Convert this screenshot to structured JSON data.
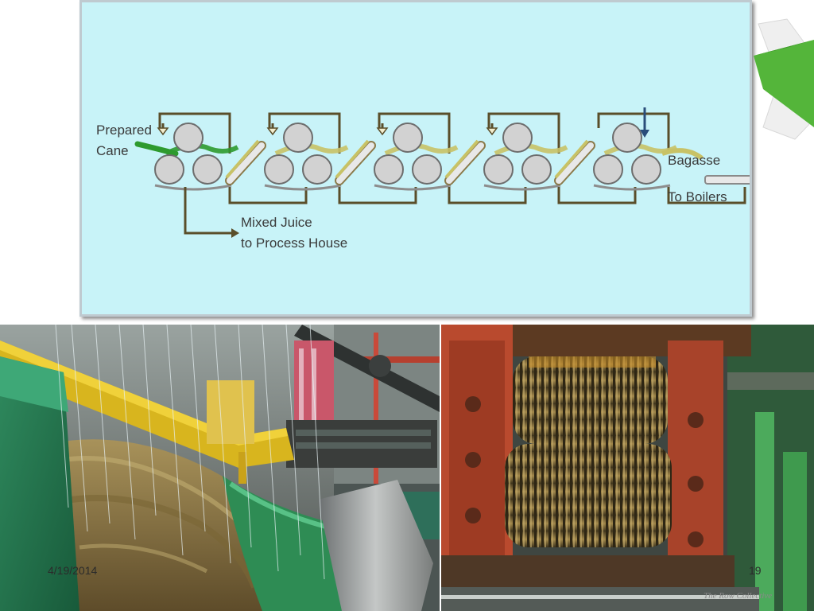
{
  "diagram": {
    "labels": {
      "prepared_cane_line1": "Prepared",
      "prepared_cane_line2": "Cane",
      "mixed_juice_line1": "Mixed Juice",
      "mixed_juice_line2": "to Process House",
      "bagasse": "Bagasse",
      "to_boilers": "To Boilers"
    },
    "mill_count": 5,
    "colors": {
      "background": "#c8f3f8",
      "frame": "#5a4e2a",
      "roller": "#d2d2d2",
      "cane_stream": "#2e9a2e",
      "bagasse_stream": "#c8c266",
      "water_arrow": "#2a4d7a"
    }
  },
  "photos": {
    "left": {
      "subject": "cane-bagasse-on-conveyor-with-juice-spray"
    },
    "right": {
      "subject": "mill-rollers"
    }
  },
  "footer": {
    "date": "4/19/2014",
    "page_number": "19",
    "photo_credit": "The Row Collective"
  }
}
